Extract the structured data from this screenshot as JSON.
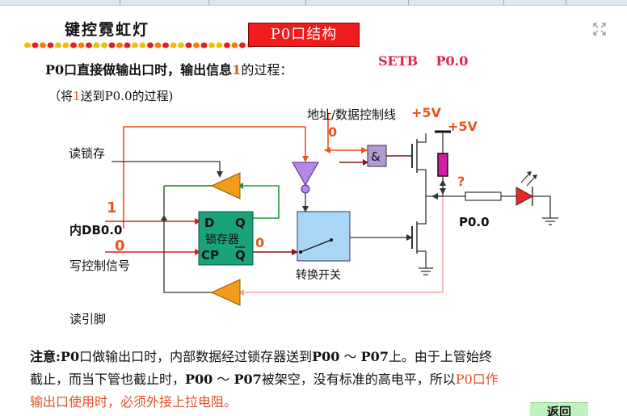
{
  "slide": {
    "title": "键控霓虹灯",
    "badge": "P0口结构",
    "heading": {
      "before": "P0口直接做输出口时，输出信息",
      "value": "1",
      "after": "的过程："
    },
    "instruction": "SETB    P0.0",
    "subheading": {
      "before": "（将",
      "value": "1",
      "after": "送到P0.0的过程)"
    }
  },
  "diagram": {
    "labels": {
      "read_latch": "读锁存",
      "internal_bus": "内DB0.0",
      "write_control": "写控制信号",
      "read_pin": "读引脚",
      "addr_ctrl": "地址/数据控制线",
      "vcc_1": "+5V",
      "vcc_2": "+5V",
      "question": "?",
      "pin": "P0.0",
      "latch_d": "D",
      "latch_q": "Q",
      "latch_cp": "CP",
      "latch_qbar": "Q",
      "latch_name": "锁存器",
      "and_gate": "&",
      "switch": "转换开关",
      "val_bus": "1",
      "val_write": "0",
      "val_ctrl": "0",
      "val_qbar": "0"
    },
    "colors": {
      "data_line": "#e8541e",
      "feedback_line": "#1e9a3a",
      "buffer_fill": "#f59b1a",
      "latch_fill": "#1aa37a",
      "switch_fill": "#a9d6f5",
      "inverter_fill": "#b687e6",
      "and_fill": "#b39ad6",
      "resistor_fill": "#d21fa0",
      "readpin_line": "#f4a6a6",
      "led_fill": "#e8281e"
    }
  },
  "note": {
    "label": "注意:",
    "line1a": "P0",
    "line1b": "口做输出口时，内部数据经过锁存器送到",
    "p00": "P00",
    "tilde": " ～ ",
    "p07": "P07",
    "line1c": "上。由于上管始终",
    "line2a": "截止，而当下管也截止时，",
    "line2b": "被架空，没有标准的高电平，所以",
    "line2c": "P0口作",
    "line3": "输出口使用时，必须外接上拉电阻。"
  },
  "nav": {
    "next": "返回"
  }
}
